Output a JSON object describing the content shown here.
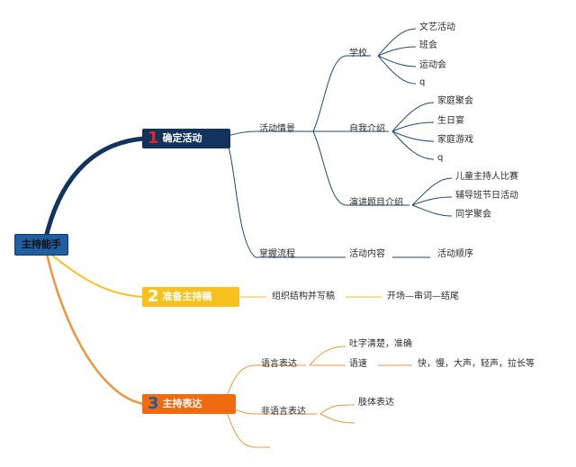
{
  "colors": {
    "branch1": "#12335e",
    "branch1_line": "#1e4a7a",
    "branch2": "#f7c21e",
    "branch3": "#f06a0f",
    "root": "#1f5e9f",
    "leaf_line_blue": "#1e4a7a",
    "leaf_line_orange": "#f0953c"
  },
  "root": {
    "label": "主持能手"
  },
  "branches": [
    {
      "num": "1",
      "label": "确定活动",
      "children": [
        {
          "label": "活动情景",
          "children": [
            {
              "label": "学校",
              "children": [
                "文艺活动",
                "班会",
                "运动会",
                "q"
              ]
            },
            {
              "label": "自我介绍",
              "children": [
                "家庭聚会",
                "生日宴",
                "家庭游戏",
                "q"
              ]
            },
            {
              "label": "演讲题目介绍",
              "children": [
                "儿童主持人比赛",
                "辅导班节日活动",
                "同学聚会"
              ]
            }
          ]
        },
        {
          "label": "掌握流程",
          "children": [
            {
              "label": "活动内容",
              "children": [
                "活动顺序"
              ]
            }
          ]
        }
      ]
    },
    {
      "num": "2",
      "label": "准备主持稿",
      "children": [
        {
          "label": "组织结构并写稿",
          "children": [
            "开场—串词—结尾"
          ]
        }
      ]
    },
    {
      "num": "3",
      "label": "主持表达",
      "children": [
        {
          "label": "语言表达",
          "children": [
            {
              "label": "吐字清楚，准确",
              "children": []
            },
            {
              "label": "语速",
              "children": [
                "快，慢，大声，轻声，拉长等"
              ]
            }
          ]
        },
        {
          "label": "非语言表达",
          "children": [
            {
              "label": "肢体表达",
              "children": []
            }
          ]
        }
      ]
    }
  ]
}
